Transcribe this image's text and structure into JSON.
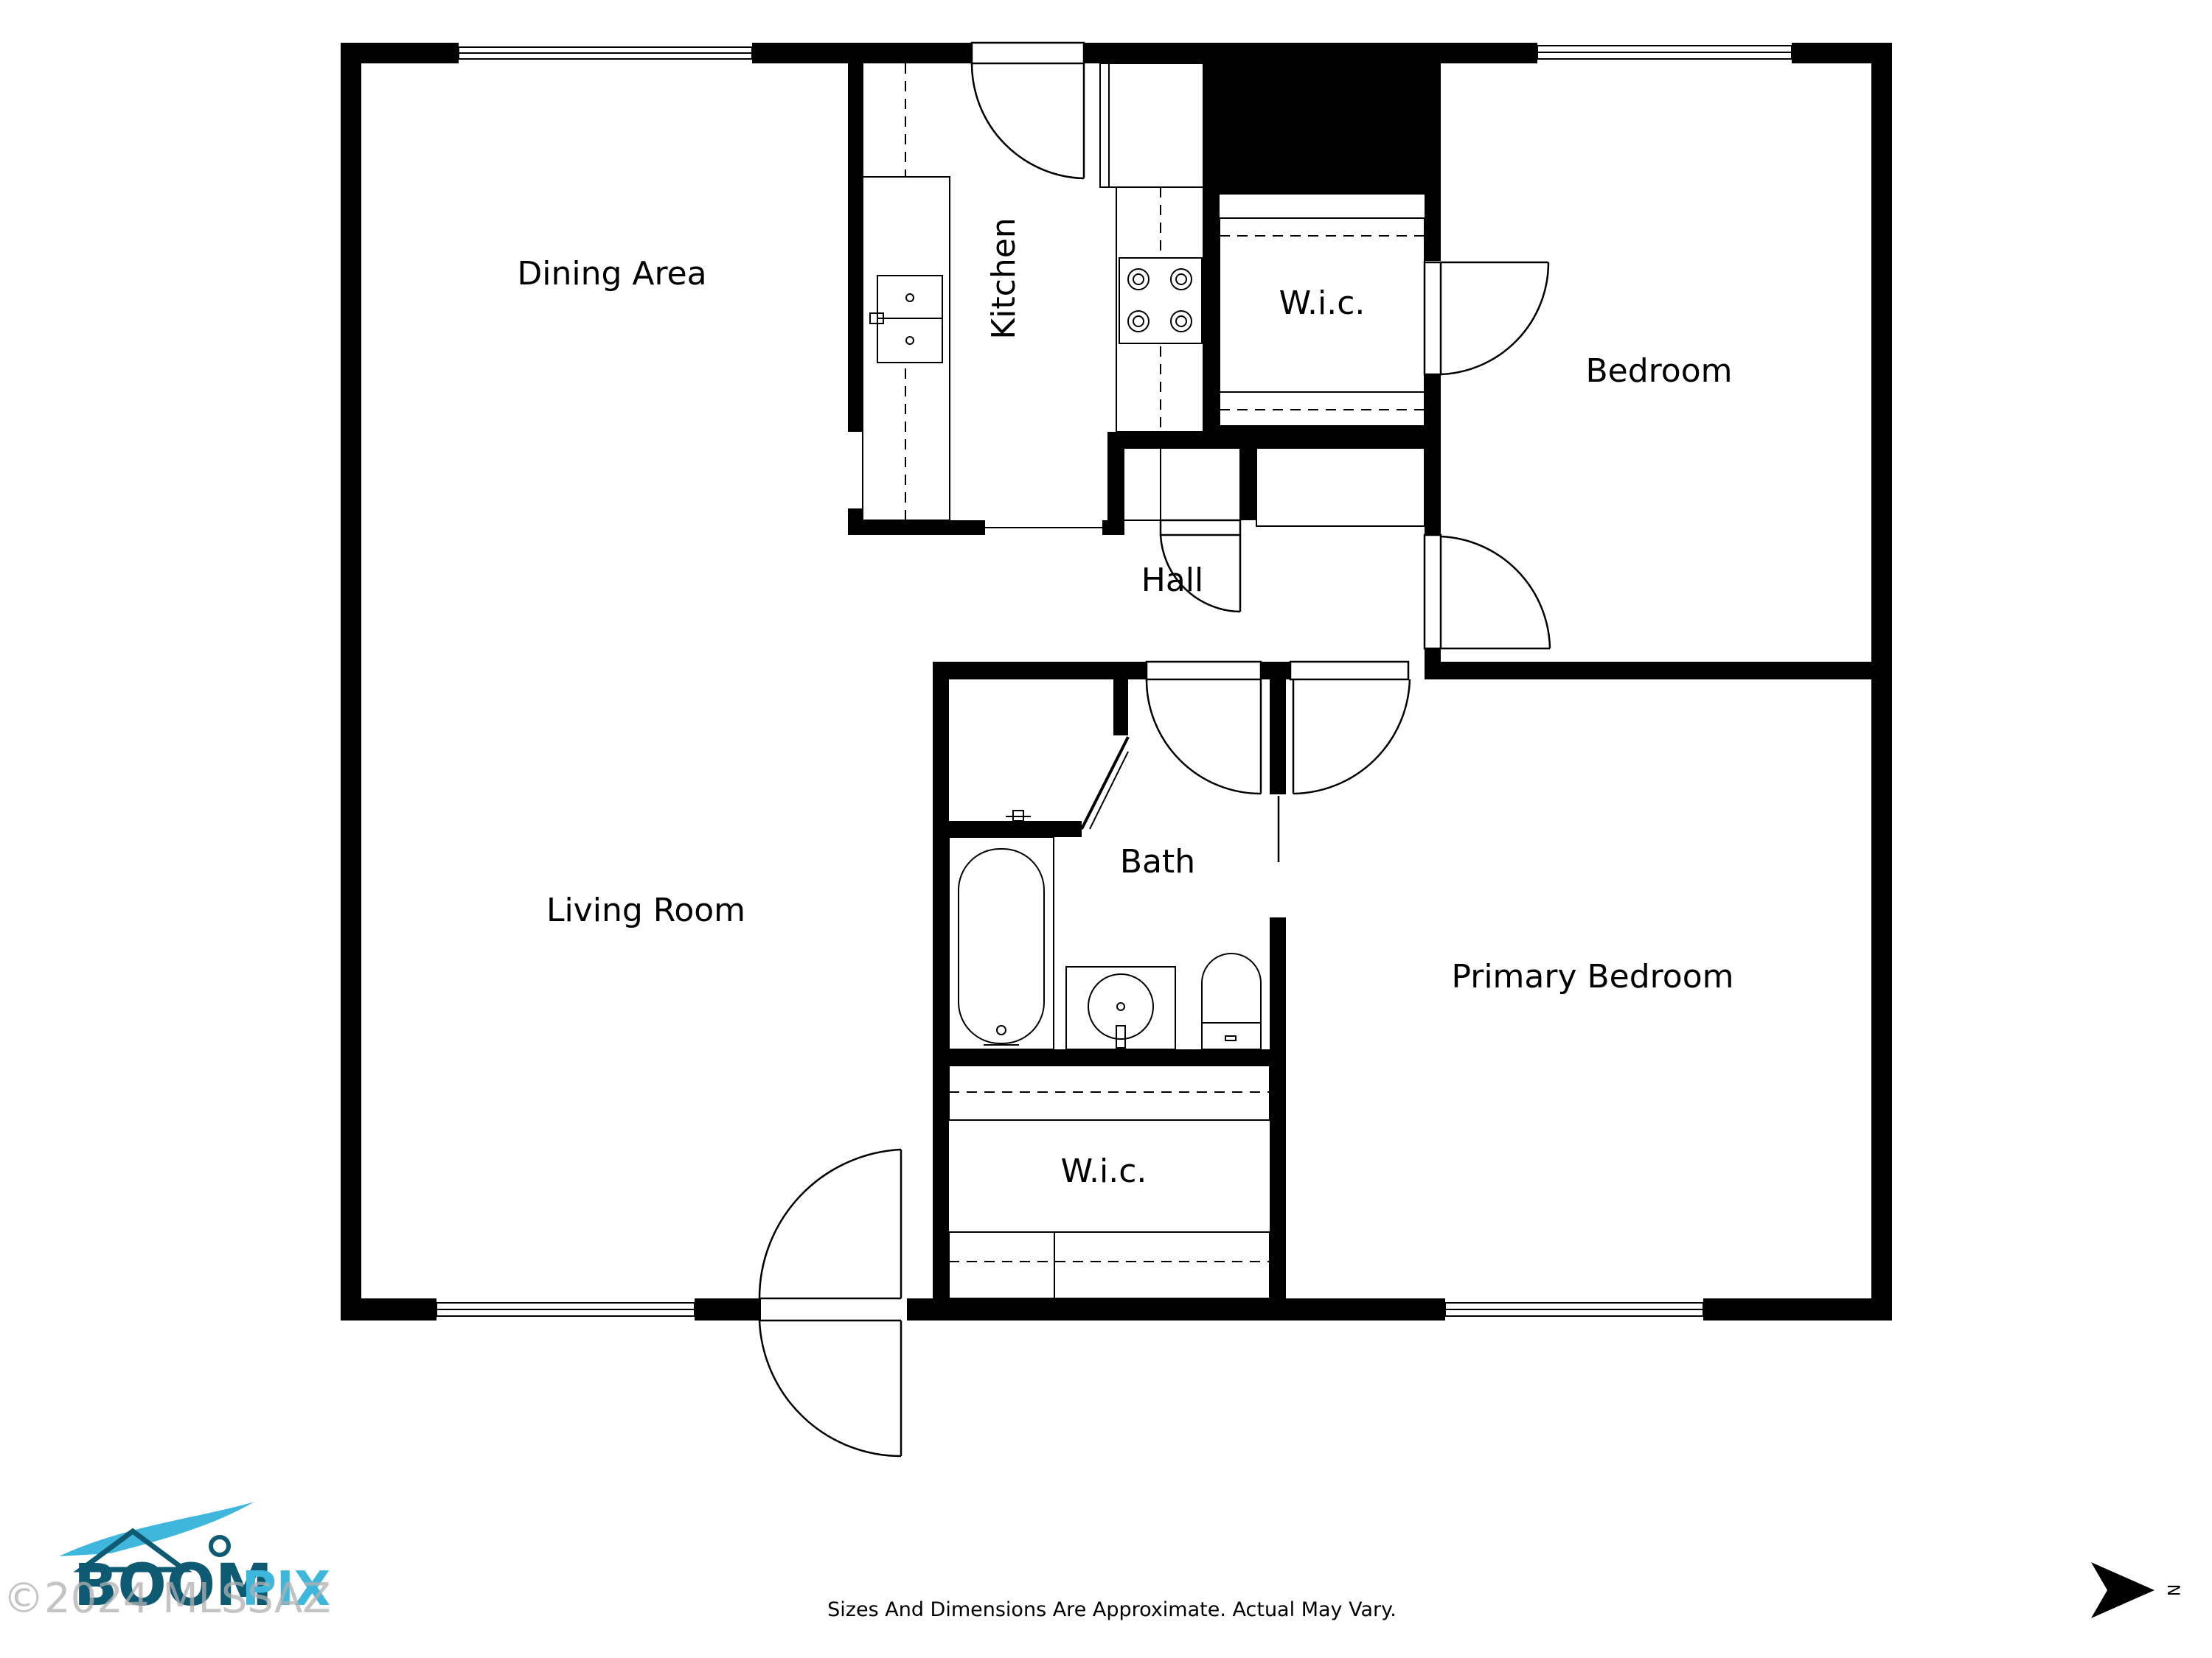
{
  "rooms": {
    "dining_area": "Dining Area",
    "kitchen": "Kitchen",
    "wic_top": "W.i.c.",
    "bedroom": "Bedroom",
    "hall": "Hall",
    "bath": "Bath",
    "living_room": "Living Room",
    "primary_bedroom": "Primary Bedroom",
    "wic_bottom": "W.i.c."
  },
  "footer": {
    "disclaimer": "Sizes And Dimensions Are Approximate. Actual May Vary.",
    "copyright": "©2024 MLSSAZ"
  },
  "logo": {
    "brand_dark": "BOOM",
    "brand_light": "PIX"
  },
  "compass": {
    "label": "N"
  },
  "colors": {
    "wall": "#000000",
    "logo_dark": "#0e5a72",
    "logo_light": "#3fb7dd"
  }
}
